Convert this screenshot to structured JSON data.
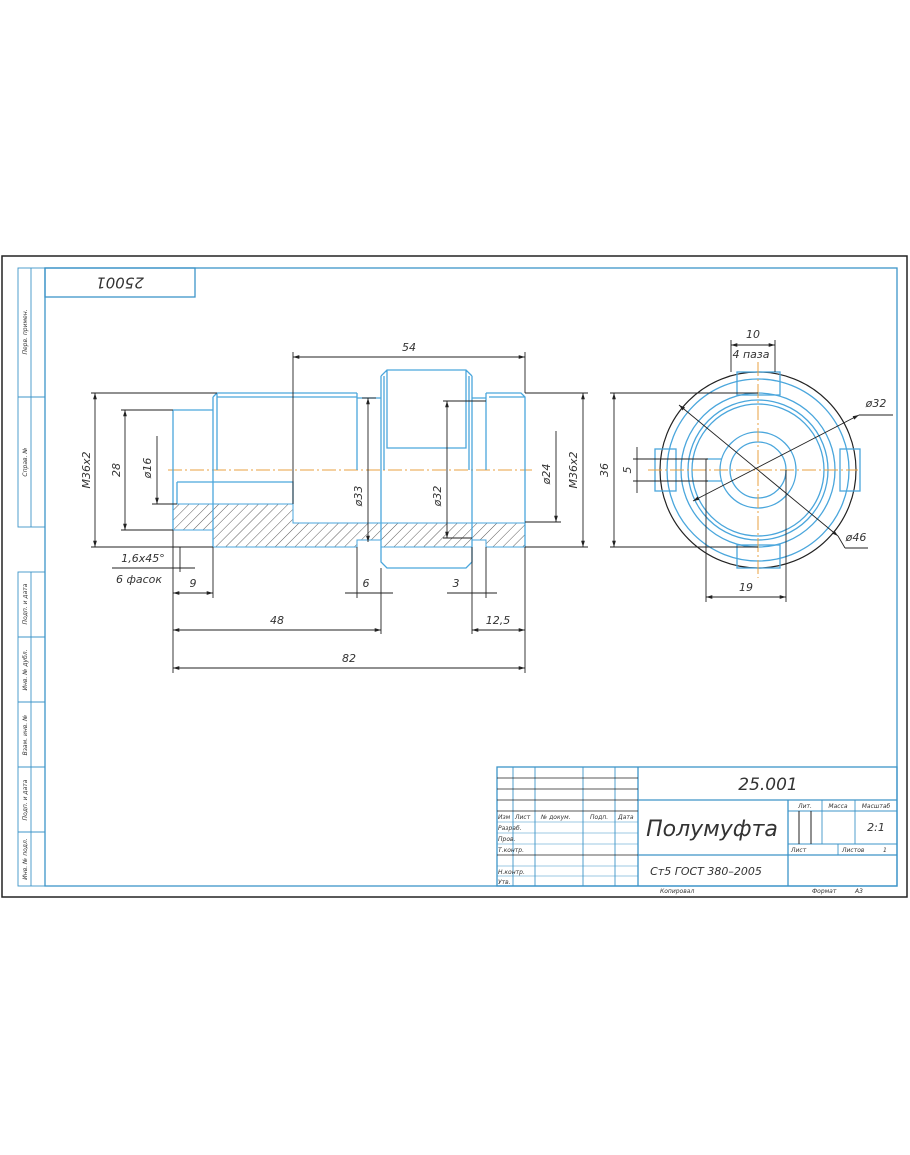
{
  "drawing": {
    "designation": "25.001",
    "designation_rotated": "25001",
    "part_name": "Полумуфта",
    "material": "Ст5 ГОСТ 380–2005",
    "lit_label": "Лит.",
    "mass_label": "Масса",
    "scale_label": "Масштаб",
    "scale_value": "2:1",
    "sheet_label": "Лист",
    "sheets_label": "Листов",
    "sheets_value": "1",
    "copied_label": "Копировал",
    "format_label": "Формат",
    "format_value": "А3"
  },
  "title_block": {
    "headers": [
      "Изм",
      "Лист",
      "№ докум.",
      "Подп.",
      "Дата"
    ],
    "roles": [
      "Разраб.",
      "Пров.",
      "Т.контр.",
      "Н.контр.",
      "Утв."
    ]
  },
  "side_strip": [
    "Перв. примен.",
    "Справ. №",
    "Подп. и дата",
    "Инв. № дубл.",
    "Взам. инв. №",
    "Подп. и дата",
    "Инв. № подл."
  ],
  "dimensions": {
    "d54": "54",
    "thread_left": "М36х2",
    "d28": "28",
    "dia16": "ø16",
    "dia33": "ø33",
    "dia32": "ø32",
    "dia24": "ø24",
    "thread_right": "М36х2",
    "chamfer": "1,6х45°",
    "chamfer_count": "6 фасок",
    "d9": "9",
    "d6": "6",
    "d3": "3",
    "d48": "48",
    "d12_5": "12,5",
    "d82": "82",
    "side_d10": "10",
    "side_slots": "4 паза",
    "side_d36": "36",
    "side_d5": "5",
    "side_dia32": "ø32",
    "side_dia46": "ø46",
    "side_d19": "19"
  },
  "colors": {
    "frame": "#3d95c8",
    "edges": "#4aa6dc",
    "centerline": "#e8a040",
    "dimensions": "#222222"
  }
}
